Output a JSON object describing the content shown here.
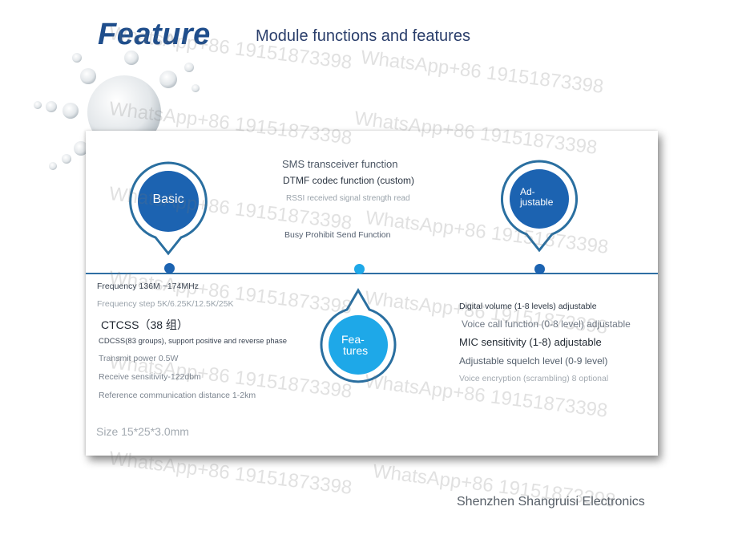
{
  "header": {
    "title": "Feature",
    "subtitle": "Module functions and features"
  },
  "badges": {
    "basic": "Basic",
    "adjustable_line1": "Ad-",
    "adjustable_line2": "justable",
    "features_line1": "Fea-",
    "features_line2": "tures"
  },
  "top_center": [
    "SMS transceiver function",
    "DTMF codec function (custom)",
    "RSSI received signal strength read",
    "Busy Prohibit Send Function"
  ],
  "left_specs": [
    "Frequency 136M ~174MHz",
    "Frequency step 5K/6.25K/12.5K/25K",
    "CTCSS（38 组）",
    "CDCSS(83 groups), support positive and reverse phase",
    "Transmit power 0.5W",
    "Receive sensitivity-122dbm",
    "Reference communication distance 1-2km"
  ],
  "size": "Size 15*25*3.0mm",
  "right_specs": [
    "Digital volume (1-8 levels) adjustable",
    "Voice call function (0-8 level) adjustable",
    "MIC sensitivity (1-8) adjustable",
    "Adjustable squelch level (0-9 level)",
    "Voice encryption (scrambling) 8 optional"
  ],
  "footer": "Shenzhen Shangruisi Electronics",
  "watermark": "WhatsApp+86 19151873398",
  "colors": {
    "dark_blue": "#1c63b1",
    "light_blue": "#1ea8e8",
    "ring": "#2a6fa0"
  }
}
